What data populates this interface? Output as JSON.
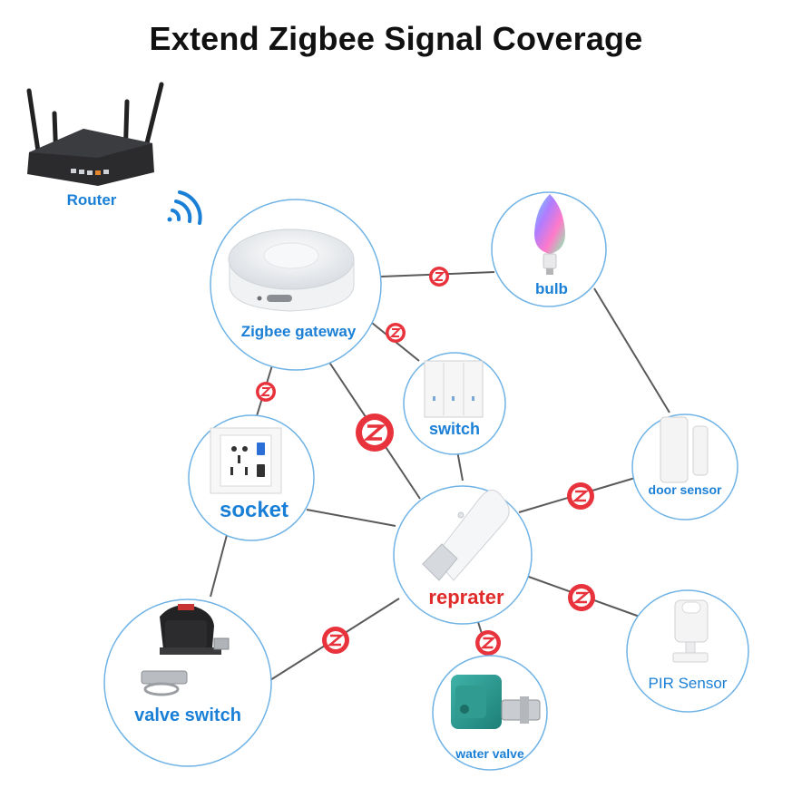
{
  "title": "Extend Zigbee Signal Coverage",
  "router": {
    "label": "Router"
  },
  "nodes": {
    "gateway": {
      "label": "Zigbee gateway"
    },
    "bulb": {
      "label": "bulb"
    },
    "switch": {
      "label": "switch"
    },
    "socket": {
      "label": "socket"
    },
    "door_sensor": {
      "label": "door sensor"
    },
    "repeater": {
      "label": "reprater"
    },
    "valve_switch": {
      "label": "valve switch"
    },
    "water_valve": {
      "label": "water valve"
    },
    "pir_sensor": {
      "label": "PIR Sensor"
    }
  },
  "colors": {
    "label_blue": "#1a7fd6",
    "label_red": "#e02b2b",
    "circle_stroke": "#6fb3e6",
    "link": "#5a5a5a",
    "zigbee_badge": "#e8323c"
  }
}
